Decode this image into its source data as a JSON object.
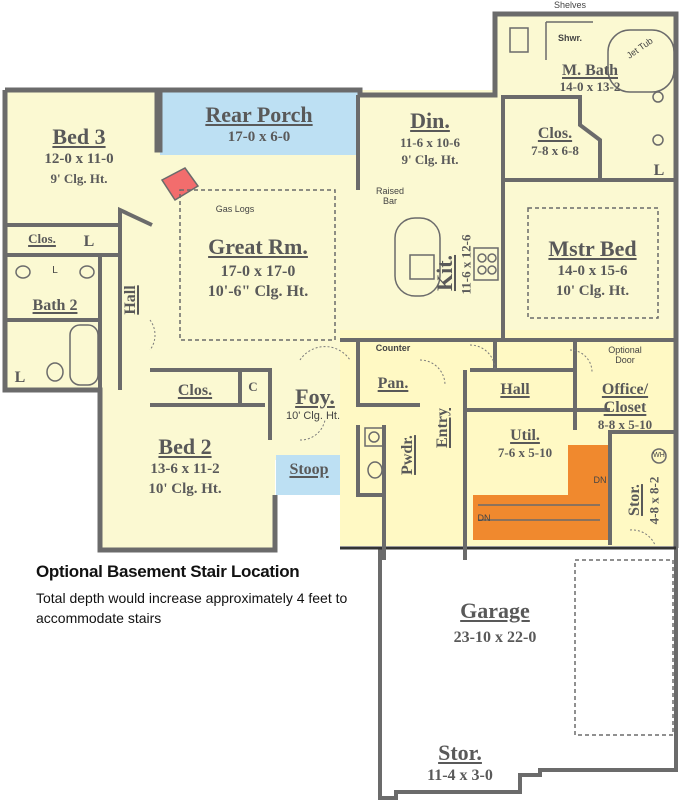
{
  "colors": {
    "room_fill": "#fbf9d2",
    "highlight_fill": "#fff9c4",
    "porch_fill": "#bde0f3",
    "stair_fill": "#f0892e",
    "fireplace_fill": "#f26d6d",
    "wall": "#6b6b6b",
    "text": "#5a5a5a"
  },
  "rooms": {
    "bed3": {
      "name": "Bed 3",
      "dim": "12-0 x 11-0",
      "ceiling": "9' Clg. Ht."
    },
    "rear_porch": {
      "name": "Rear Porch",
      "dim": "17-0 x 6-0"
    },
    "din": {
      "name": "Din.",
      "dim": "11-6 x 10-6",
      "ceiling": "9' Clg. Ht."
    },
    "m_bath": {
      "name": "M. Bath",
      "dim": "14-0 x 13-2"
    },
    "shelves": "Shelves",
    "shwr": "Shwr.",
    "jet_tub": "Jet Tub",
    "m_clos": {
      "name": "Clos.",
      "dim": "7-8 x 6-8"
    },
    "great_rm": {
      "name": "Great Rm.",
      "dim": "17-0 x 17-0",
      "ceiling": "10'-6\" Clg. Ht."
    },
    "gas_logs": "Gas Logs",
    "raised_bar": "Raised Bar",
    "kit": {
      "name": "Kit.",
      "dim": "11-6 x 12-6"
    },
    "mstr_bed": {
      "name": "Mstr Bed",
      "dim": "14-0 x 15-6",
      "ceiling": "10' Clg. Ht."
    },
    "clos_bed3": "Clos.",
    "l1": "L",
    "l2": "L",
    "l3": "L",
    "l4": "L",
    "bath2": "Bath 2",
    "hall_left": "Hall",
    "counter": "Counter",
    "pan": "Pan.",
    "hall_center": "Hall",
    "optional_door": "Optional Door",
    "office": {
      "name1": "Office/",
      "name2": "Closet",
      "dim": "8-8 x 5-10"
    },
    "clos_bed2": "Clos.",
    "c": "C",
    "foy": {
      "name": "Foy.",
      "ceiling": "10' Clg. Ht."
    },
    "pwdr": "Pwdr.",
    "entry": "Entry",
    "util": {
      "name": "Util.",
      "dim": "7-6 x 5-10"
    },
    "wh": "WH",
    "stor_right": {
      "name": "Stor.",
      "dim": "4-8 x 8-2"
    },
    "bed2": {
      "name": "Bed 2",
      "dim": "13-6 x 11-2",
      "ceiling": "10' Clg. Ht."
    },
    "stoop": "Stoop",
    "dn1": "DN",
    "dn2": "DN",
    "garage": {
      "name": "Garage",
      "dim": "23-10 x 22-0"
    },
    "stor_bottom": {
      "name": "Stor.",
      "dim": "11-4 x 3-0"
    }
  },
  "note": {
    "title": "Optional Basement Stair Location",
    "body": "Total depth would increase approximately 4 feet to accommodate stairs"
  }
}
